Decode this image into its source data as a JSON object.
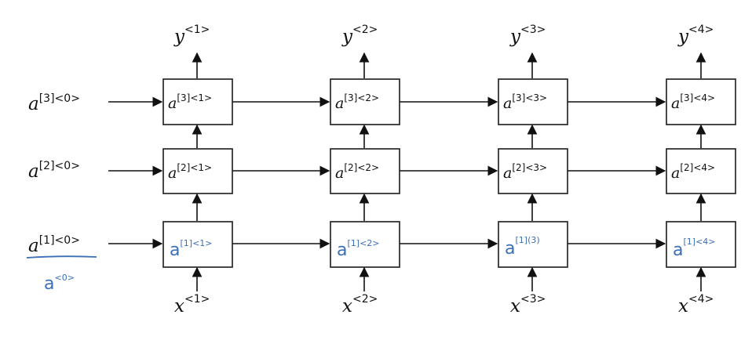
{
  "init_labels": [
    {
      "base": "a",
      "sup": "[3]<0>"
    },
    {
      "base": "a",
      "sup": "[2]<0>"
    },
    {
      "base": "a",
      "sup": "[1]<0>"
    }
  ],
  "handwritten_init": {
    "base": "a",
    "sup": "<0>",
    "color": "#3b6fb6"
  },
  "outputs": [
    {
      "base": "y",
      "sup": "<1>"
    },
    {
      "base": "y",
      "sup": "<2>"
    },
    {
      "base": "y",
      "sup": "<3>"
    },
    {
      "base": "y",
      "sup": "<4>"
    }
  ],
  "inputs": [
    {
      "base": "x",
      "sup": "<1>"
    },
    {
      "base": "x",
      "sup": "<2>"
    },
    {
      "base": "x",
      "sup": "<3>"
    },
    {
      "base": "x",
      "sup": "<4>"
    }
  ],
  "layer3_cells": [
    {
      "base": "a",
      "sup": "[3]<1>"
    },
    {
      "base": "a",
      "sup": "[3]<2>"
    },
    {
      "base": "a",
      "sup": "[3]<3>"
    },
    {
      "base": "a",
      "sup": "[3]<4>"
    }
  ],
  "layer2_cells": [
    {
      "base": "a",
      "sup": "[2]<1>"
    },
    {
      "base": "a",
      "sup": "[2]<2>"
    },
    {
      "base": "a",
      "sup": "[2]<3>"
    },
    {
      "base": "a",
      "sup": "[2]<4>"
    }
  ],
  "layer1_cells_handwritten": [
    {
      "base": "a",
      "sup": "[1]<1>"
    },
    {
      "base": "a",
      "sup": "[1]<2>"
    },
    {
      "base": "a",
      "sup": "[1](3)"
    },
    {
      "base": "a",
      "sup": "[1]<4>"
    }
  ]
}
